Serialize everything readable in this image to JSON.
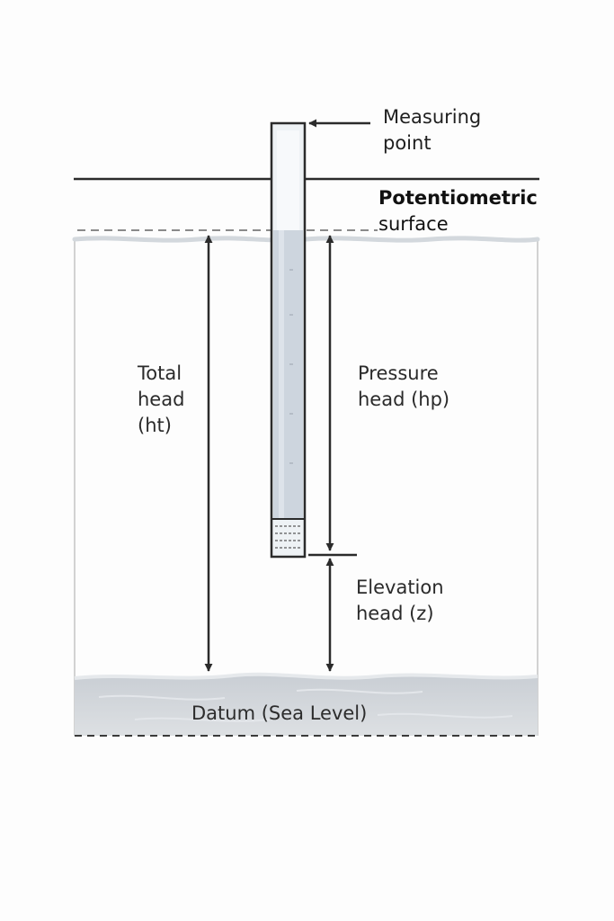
{
  "labels": {
    "measuring_point": [
      "Measuring",
      "point"
    ],
    "potentiometric_surface": [
      "Potentiometric",
      "surface"
    ],
    "total_head": [
      "Total",
      "head",
      "(ht)"
    ],
    "pressure_head": [
      "Pressure",
      "head (hp)"
    ],
    "elevation_head": [
      "Elevation",
      "head (z)"
    ],
    "datum": "Datum (Sea Level)"
  },
  "colors": {
    "line": "#2b2b2b",
    "water": "#cdd5de",
    "tube_fill": "#e9eef3",
    "datum_fill": "#d6dade",
    "aquifer_border": "#cfcfcf",
    "dashed": "#8a8a8a"
  }
}
